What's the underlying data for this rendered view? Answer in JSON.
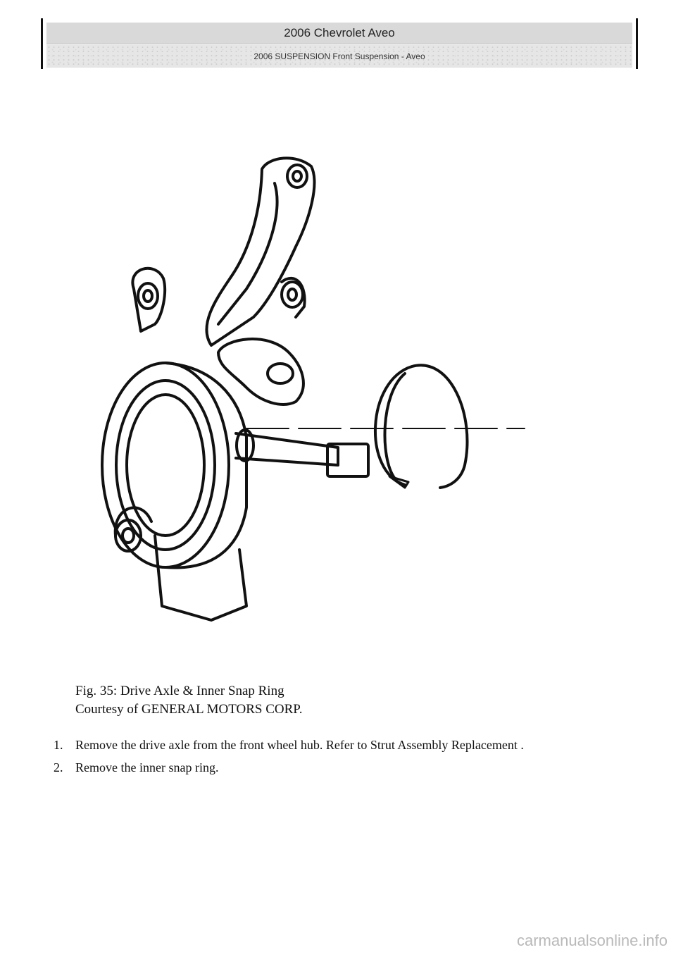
{
  "header": {
    "title": "2006 Chevrolet Aveo",
    "subtitle": "2006 SUSPENSION Front Suspension - Aveo"
  },
  "figure": {
    "caption_line1": "Fig. 35: Drive Axle & Inner Snap Ring",
    "caption_line2": "Courtesy of GENERAL MOTORS CORP."
  },
  "steps": [
    {
      "number": "1.",
      "text_before": "Remove the drive axle from the front wheel hub. Refer to ",
      "link_text": "Strut Assembly Replacement",
      "text_after": " ."
    },
    {
      "number": "2.",
      "text": "Remove the inner snap ring."
    }
  ],
  "watermark": "carmanualsonline.info"
}
